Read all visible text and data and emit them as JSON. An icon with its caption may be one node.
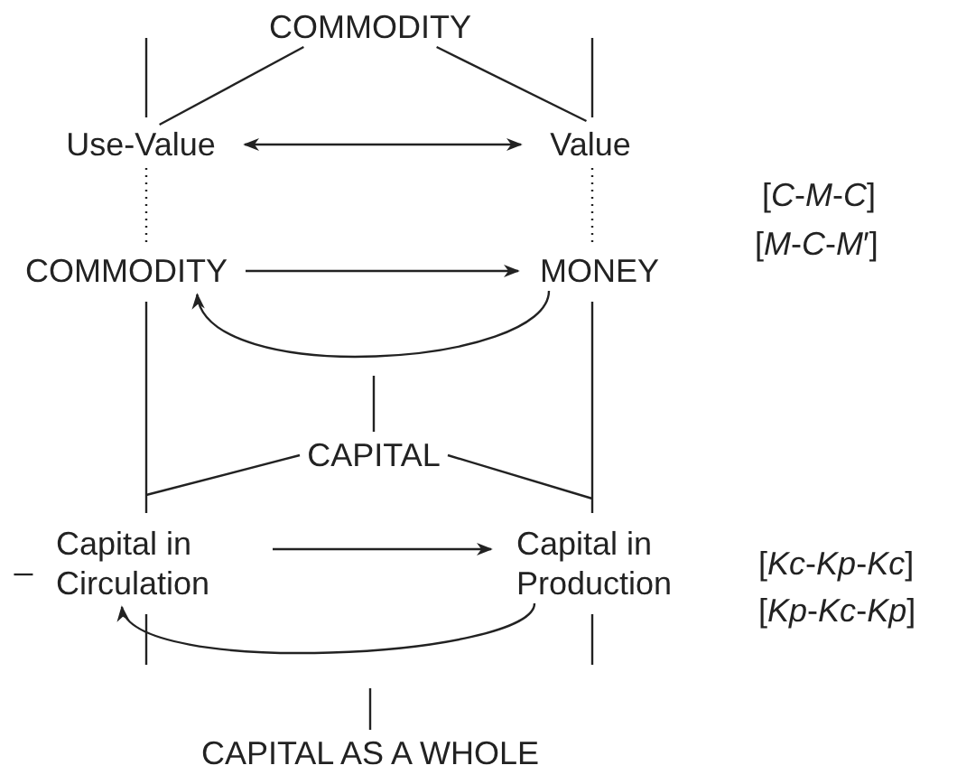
{
  "diagram": {
    "nodes": [
      {
        "text": [
          "COMMODITY"
        ]
      },
      {
        "text": [
          "Use-Value"
        ]
      },
      {
        "text": [
          "Value"
        ]
      },
      {
        "text": [
          "COMMODITY"
        ]
      },
      {
        "text": [
          "MONEY"
        ]
      },
      {
        "text": [
          "CAPITAL"
        ]
      },
      {
        "text": [
          "Capital in Circulation"
        ]
      },
      {
        "text": [
          "Capital in Production"
        ]
      },
      {
        "text": [
          "CAPITAL AS A WHOLE"
        ]
      }
    ],
    "edges": [
      {
        "from": 0,
        "to": 1,
        "arrow": "none"
      },
      {
        "from": 0,
        "to": 2,
        "arrow": "none"
      },
      {
        "from": 1,
        "to": 2,
        "arrow": "both"
      },
      {
        "from": 3,
        "to": 4,
        "arrow": "to"
      },
      {
        "from": 4,
        "to": 3,
        "arrow": "to"
      },
      {
        "from": 5,
        "to": null,
        "arrow": "none"
      },
      {
        "from": 5,
        "to": 6,
        "arrow": "none"
      },
      {
        "from": 5,
        "to": 7,
        "arrow": "none"
      },
      {
        "from": 6,
        "to": 7,
        "arrow": "to"
      },
      {
        "from": 7,
        "to": 6,
        "arrow": "to"
      },
      {
        "from": 8,
        "to": null,
        "arrow": "none"
      },
      {
        "from": 1,
        "to": 3,
        "arrow": "none",
        "style": "dashed"
      },
      {
        "from": 2,
        "to": 4,
        "arrow": "none",
        "style": "dashed"
      },
      {
        "from": 3,
        "to": 6,
        "arrow": "none"
      },
      {
        "from": 4,
        "to": 7,
        "arrow": "none"
      },
      {
        "from": null,
        "to": 1,
        "arrow": "none"
      },
      {
        "from": null,
        "to": 2,
        "arrow": "none"
      },
      {
        "from": 6,
        "to": null,
        "arrow": "none"
      },
      {
        "from": 7,
        "to": null,
        "arrow": "none"
      }
    ],
    "labels": [
      "[*C*-*M*-*C*]",
      "[*M*-*C*-*M*′]",
      "_",
      "[*Kc*-*Kp*-*Kc*]",
      "[*Kp*-*Kc*-*Kp*]"
    ]
  }
}
